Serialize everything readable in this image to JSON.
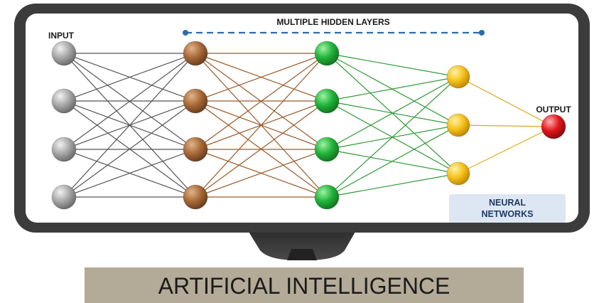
{
  "labels": {
    "input": "INPUT",
    "hidden": "MULTIPLE HIDDEN LAYERS",
    "output": "OUTPUT",
    "badge_line1": "NEURAL",
    "badge_line2": "NETWORKS",
    "banner": "ARTIFICIAL INTELLIGENCE"
  },
  "layers": [
    {
      "name": "input",
      "nodes": 4,
      "color": "#9e9e9e",
      "link_color": "#555555"
    },
    {
      "name": "hidden-1",
      "nodes": 4,
      "color": "#a86a38",
      "link_color": "#9a5a2a"
    },
    {
      "name": "hidden-2",
      "nodes": 4,
      "color": "#22b43a",
      "link_color": "#2f9a35"
    },
    {
      "name": "hidden-3",
      "nodes": 3,
      "color": "#f5c21a",
      "link_color": "#e0a81c"
    },
    {
      "name": "output",
      "nodes": 1,
      "color": "#e0161b",
      "link_color": "#e0161b"
    }
  ],
  "colors": {
    "monitor_frame": "#3c3c3c",
    "screen": "#ffffff",
    "dashed_line": "#2a6bb0",
    "badge_bg": "#dde7f3",
    "banner_bg": "#b3aa98"
  }
}
